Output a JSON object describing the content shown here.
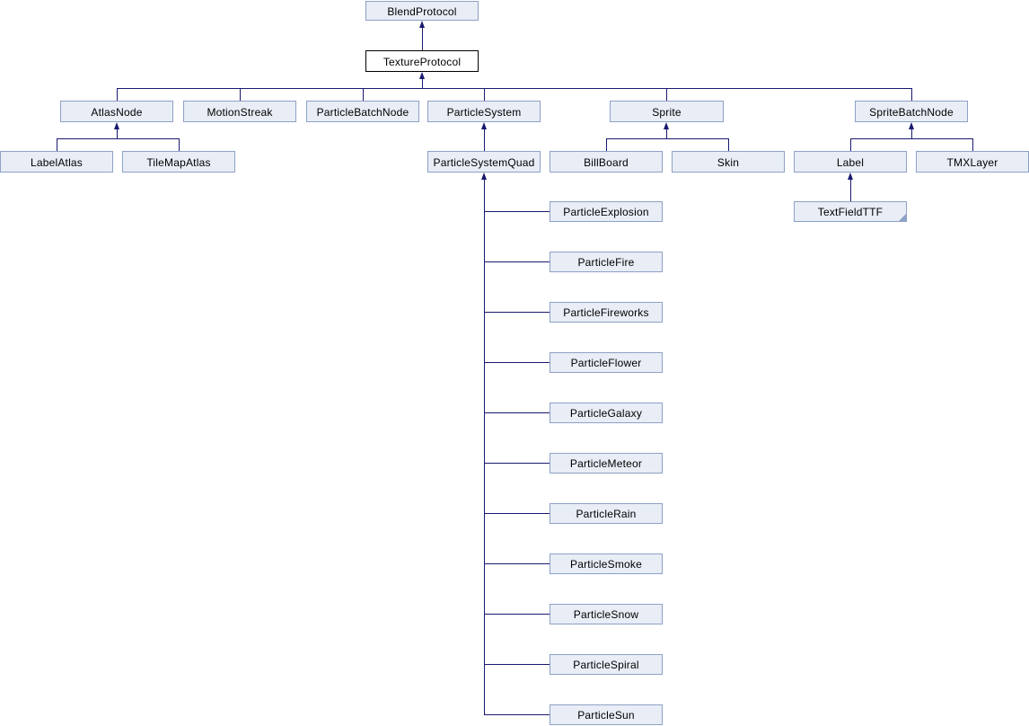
{
  "diagram": {
    "type": "class-inheritance-graph",
    "focus_class": "TextureProtocol",
    "colors": {
      "edge": "#191970",
      "node_fill": "#E8EDF6",
      "node_border": "#8EA1C6",
      "focus_fill": "#FFFFFF",
      "focus_border": "#000000",
      "text": "#000000"
    },
    "nodes": {
      "blendProtocol": {
        "label": "BlendProtocol"
      },
      "textureProtocol": {
        "label": "TextureProtocol"
      },
      "atlasNode": {
        "label": "AtlasNode"
      },
      "motionStreak": {
        "label": "MotionStreak"
      },
      "particleBatchNode": {
        "label": "ParticleBatchNode"
      },
      "particleSystem": {
        "label": "ParticleSystem"
      },
      "sprite": {
        "label": "Sprite"
      },
      "spriteBatchNode": {
        "label": "SpriteBatchNode"
      },
      "labelAtlas": {
        "label": "LabelAtlas"
      },
      "tileMapAtlas": {
        "label": "TileMapAtlas"
      },
      "particleSystemQuad": {
        "label": "ParticleSystemQuad"
      },
      "billBoard": {
        "label": "BillBoard"
      },
      "skin": {
        "label": "Skin"
      },
      "label": {
        "label": "Label"
      },
      "tmxLayer": {
        "label": "TMXLayer"
      },
      "textFieldTTF": {
        "label": "TextFieldTTF",
        "truncated": true
      },
      "particleExplosion": {
        "label": "ParticleExplosion"
      },
      "particleFire": {
        "label": "ParticleFire"
      },
      "particleFireworks": {
        "label": "ParticleFireworks"
      },
      "particleFlower": {
        "label": "ParticleFlower"
      },
      "particleGalaxy": {
        "label": "ParticleGalaxy"
      },
      "particleMeteor": {
        "label": "ParticleMeteor"
      },
      "particleRain": {
        "label": "ParticleRain"
      },
      "particleSmoke": {
        "label": "ParticleSmoke"
      },
      "particleSnow": {
        "label": "ParticleSnow"
      },
      "particleSpiral": {
        "label": "ParticleSpiral"
      },
      "particleSun": {
        "label": "ParticleSun"
      }
    },
    "edges": [
      {
        "derived": "TextureProtocol",
        "base": "BlendProtocol"
      },
      {
        "derived": "AtlasNode",
        "base": "TextureProtocol"
      },
      {
        "derived": "MotionStreak",
        "base": "TextureProtocol"
      },
      {
        "derived": "ParticleBatchNode",
        "base": "TextureProtocol"
      },
      {
        "derived": "ParticleSystem",
        "base": "TextureProtocol"
      },
      {
        "derived": "Sprite",
        "base": "TextureProtocol"
      },
      {
        "derived": "SpriteBatchNode",
        "base": "TextureProtocol"
      },
      {
        "derived": "LabelAtlas",
        "base": "AtlasNode"
      },
      {
        "derived": "TileMapAtlas",
        "base": "AtlasNode"
      },
      {
        "derived": "ParticleSystemQuad",
        "base": "ParticleSystem"
      },
      {
        "derived": "BillBoard",
        "base": "Sprite"
      },
      {
        "derived": "Skin",
        "base": "Sprite"
      },
      {
        "derived": "Label",
        "base": "SpriteBatchNode"
      },
      {
        "derived": "TMXLayer",
        "base": "SpriteBatchNode"
      },
      {
        "derived": "TextFieldTTF",
        "base": "Label"
      },
      {
        "derived": "ParticleExplosion",
        "base": "ParticleSystemQuad"
      },
      {
        "derived": "ParticleFire",
        "base": "ParticleSystemQuad"
      },
      {
        "derived": "ParticleFireworks",
        "base": "ParticleSystemQuad"
      },
      {
        "derived": "ParticleFlower",
        "base": "ParticleSystemQuad"
      },
      {
        "derived": "ParticleGalaxy",
        "base": "ParticleSystemQuad"
      },
      {
        "derived": "ParticleMeteor",
        "base": "ParticleSystemQuad"
      },
      {
        "derived": "ParticleRain",
        "base": "ParticleSystemQuad"
      },
      {
        "derived": "ParticleSmoke",
        "base": "ParticleSystemQuad"
      },
      {
        "derived": "ParticleSnow",
        "base": "ParticleSystemQuad"
      },
      {
        "derived": "ParticleSpiral",
        "base": "ParticleSystemQuad"
      },
      {
        "derived": "ParticleSun",
        "base": "ParticleSystemQuad"
      }
    ]
  }
}
